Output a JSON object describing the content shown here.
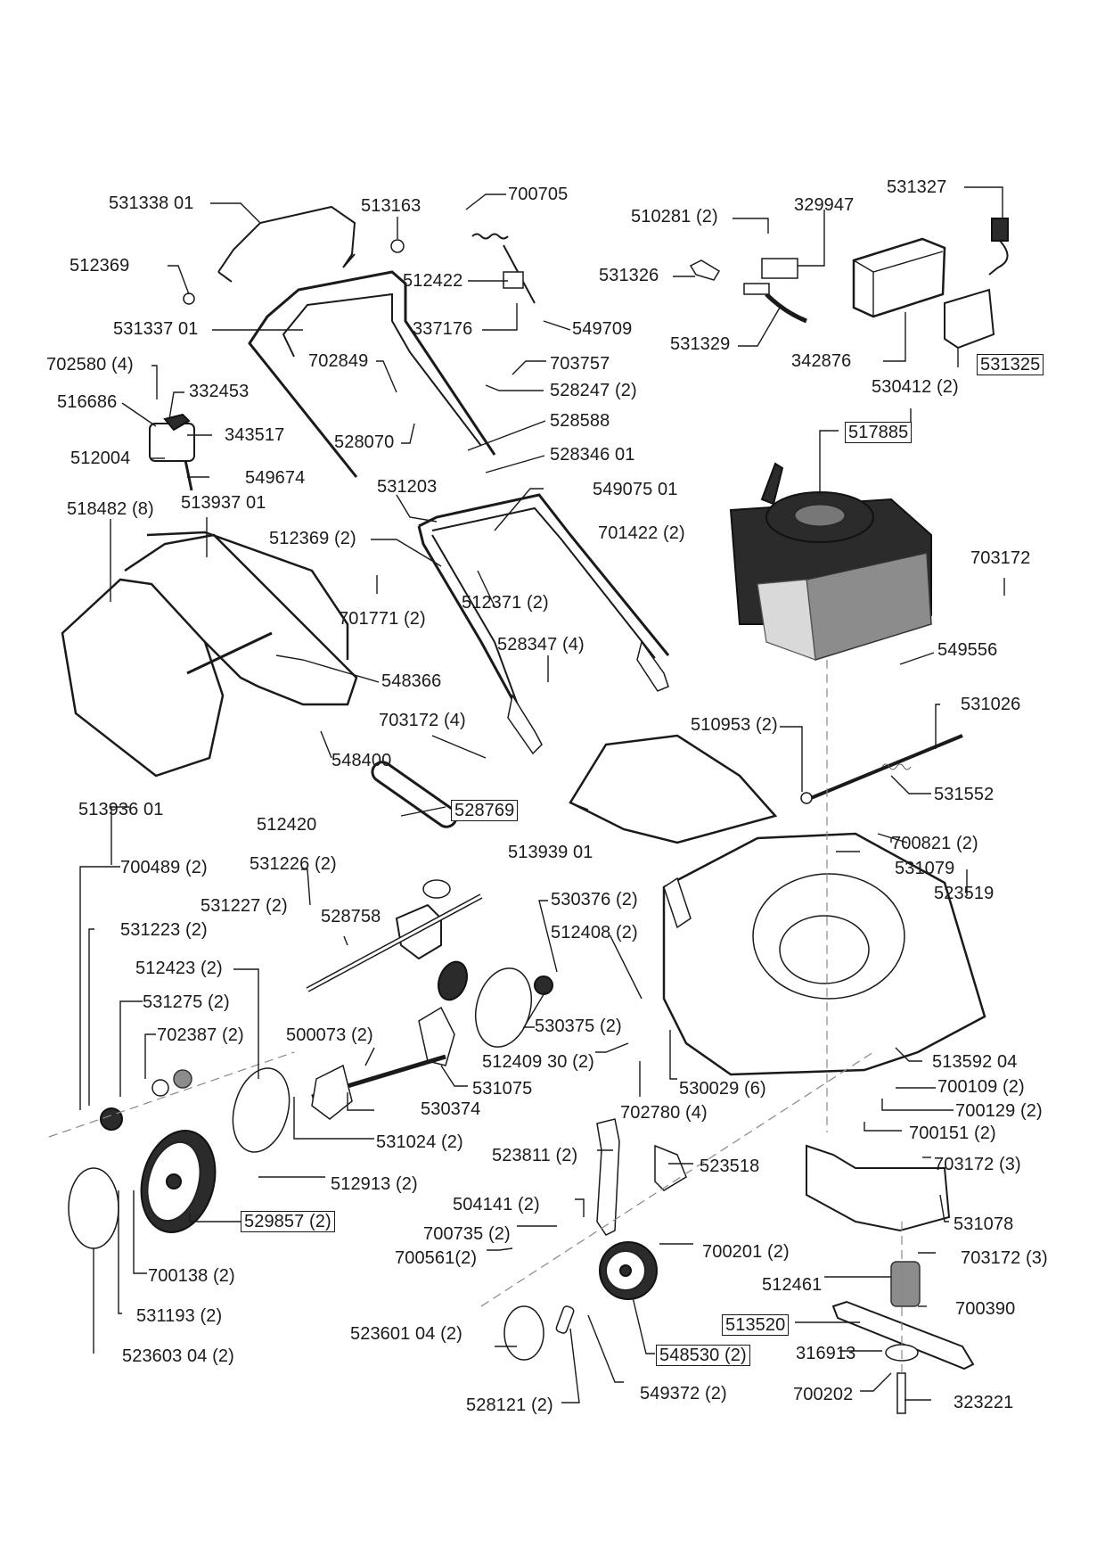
{
  "diagram": {
    "title": "Lawn mower exploded parts diagram",
    "labels": [
      {
        "id": "p531338-01",
        "text": "531338 01"
      },
      {
        "id": "p513163",
        "text": "513163"
      },
      {
        "id": "p700705",
        "text": "700705"
      },
      {
        "id": "p510281",
        "text": "510281 (2)"
      },
      {
        "id": "p329947",
        "text": "329947"
      },
      {
        "id": "p531327",
        "text": "531327"
      },
      {
        "id": "p512369",
        "text": "512369"
      },
      {
        "id": "p512422",
        "text": "512422"
      },
      {
        "id": "p531326",
        "text": "531326"
      },
      {
        "id": "p531337-01",
        "text": "531337 01"
      },
      {
        "id": "p337176",
        "text": "337176"
      },
      {
        "id": "p549709",
        "text": "549709"
      },
      {
        "id": "p531329",
        "text": "531329"
      },
      {
        "id": "p342876",
        "text": "342876"
      },
      {
        "id": "p531325",
        "text": "531325",
        "boxed": true
      },
      {
        "id": "p702580",
        "text": "702580 (4)"
      },
      {
        "id": "p702849",
        "text": "702849"
      },
      {
        "id": "p703757",
        "text": "703757"
      },
      {
        "id": "p530412",
        "text": "530412 (2)"
      },
      {
        "id": "p516686",
        "text": "516686"
      },
      {
        "id": "p332453",
        "text": "332453"
      },
      {
        "id": "p528247",
        "text": "528247 (2)"
      },
      {
        "id": "p528588",
        "text": "528588"
      },
      {
        "id": "p343517",
        "text": "343517"
      },
      {
        "id": "p528070",
        "text": "528070"
      },
      {
        "id": "p517885",
        "text": "517885",
        "boxed": true
      },
      {
        "id": "p512004",
        "text": "512004"
      },
      {
        "id": "p528346-01",
        "text": "528346 01"
      },
      {
        "id": "p549674",
        "text": "549674"
      },
      {
        "id": "p531203",
        "text": "531203"
      },
      {
        "id": "p549075-01",
        "text": "549075 01"
      },
      {
        "id": "p518482",
        "text": "518482 (8)"
      },
      {
        "id": "p513937-01",
        "text": "513937 01"
      },
      {
        "id": "p512369-2",
        "text": "512369 (2)"
      },
      {
        "id": "p701422",
        "text": "701422 (2)"
      },
      {
        "id": "p703172-a",
        "text": "703172"
      },
      {
        "id": "p512371",
        "text": "512371 (2)"
      },
      {
        "id": "p701771",
        "text": "701771 (2)"
      },
      {
        "id": "p528347",
        "text": "528347 (4)"
      },
      {
        "id": "p549556",
        "text": "549556"
      },
      {
        "id": "p548366",
        "text": "548366"
      },
      {
        "id": "p703172-4",
        "text": "703172 (4)"
      },
      {
        "id": "p531026",
        "text": "531026"
      },
      {
        "id": "p510953",
        "text": "510953 (2)"
      },
      {
        "id": "p548400",
        "text": "548400"
      },
      {
        "id": "p531552",
        "text": "531552"
      },
      {
        "id": "p513936-01",
        "text": "513936 01"
      },
      {
        "id": "p512420",
        "text": "512420"
      },
      {
        "id": "p528769",
        "text": "528769",
        "boxed": true
      },
      {
        "id": "p700821",
        "text": "700821 (2)"
      },
      {
        "id": "p513939-01",
        "text": "513939 01"
      },
      {
        "id": "p700489",
        "text": "700489 (2)"
      },
      {
        "id": "p531226",
        "text": "531226 (2)"
      },
      {
        "id": "p531079",
        "text": "531079"
      },
      {
        "id": "p523519",
        "text": "523519"
      },
      {
        "id": "p531227",
        "text": "531227 (2)"
      },
      {
        "id": "p530376",
        "text": "530376 (2)"
      },
      {
        "id": "p531223",
        "text": "531223 (2)"
      },
      {
        "id": "p528758",
        "text": "528758"
      },
      {
        "id": "p512408",
        "text": "512408 (2)"
      },
      {
        "id": "p512423",
        "text": "512423 (2)"
      },
      {
        "id": "p531275",
        "text": "531275 (2)"
      },
      {
        "id": "p530375",
        "text": "530375 (2)"
      },
      {
        "id": "p702387",
        "text": "702387 (2)"
      },
      {
        "id": "p500073",
        "text": "500073 (2)"
      },
      {
        "id": "p512409-30",
        "text": "512409 30 (2)"
      },
      {
        "id": "p513592-04",
        "text": "513592 04"
      },
      {
        "id": "p531075",
        "text": "531075"
      },
      {
        "id": "p530029",
        "text": "530029 (6)"
      },
      {
        "id": "p700109",
        "text": "700109 (2)"
      },
      {
        "id": "p530374",
        "text": "530374"
      },
      {
        "id": "p702780",
        "text": "702780 (4)"
      },
      {
        "id": "p700129",
        "text": "700129 (2)"
      },
      {
        "id": "p531024",
        "text": "531024 (2)"
      },
      {
        "id": "p700151",
        "text": "700151 (2)"
      },
      {
        "id": "p523811",
        "text": "523811 (2)"
      },
      {
        "id": "p703172-3a",
        "text": "703172 (3)"
      },
      {
        "id": "p523518",
        "text": "523518"
      },
      {
        "id": "p512913",
        "text": "512913 (2)"
      },
      {
        "id": "p504141",
        "text": "504141 (2)"
      },
      {
        "id": "p529857",
        "text": "529857 (2)",
        "boxed": true
      },
      {
        "id": "p531078",
        "text": "531078"
      },
      {
        "id": "p700735",
        "text": "700735 (2)"
      },
      {
        "id": "p700201",
        "text": "700201 (2)"
      },
      {
        "id": "p700561",
        "text": "700561(2)"
      },
      {
        "id": "p703172-3b",
        "text": "703172 (3)"
      },
      {
        "id": "p700138",
        "text": "700138 (2)"
      },
      {
        "id": "p512461",
        "text": "512461"
      },
      {
        "id": "p700390",
        "text": "700390"
      },
      {
        "id": "p531193",
        "text": "531193 (2)"
      },
      {
        "id": "p513520",
        "text": "513520",
        "boxed": true
      },
      {
        "id": "p523601-04",
        "text": "523601 04 (2)"
      },
      {
        "id": "p548530",
        "text": "548530 (2)",
        "boxed": true
      },
      {
        "id": "p316913",
        "text": "316913"
      },
      {
        "id": "p523603-04",
        "text": "523603 04 (2)"
      },
      {
        "id": "p549372",
        "text": "549372 (2)"
      },
      {
        "id": "p700202",
        "text": "700202"
      },
      {
        "id": "p528121",
        "text": "528121 (2)"
      },
      {
        "id": "p323221",
        "text": "323221"
      }
    ]
  }
}
